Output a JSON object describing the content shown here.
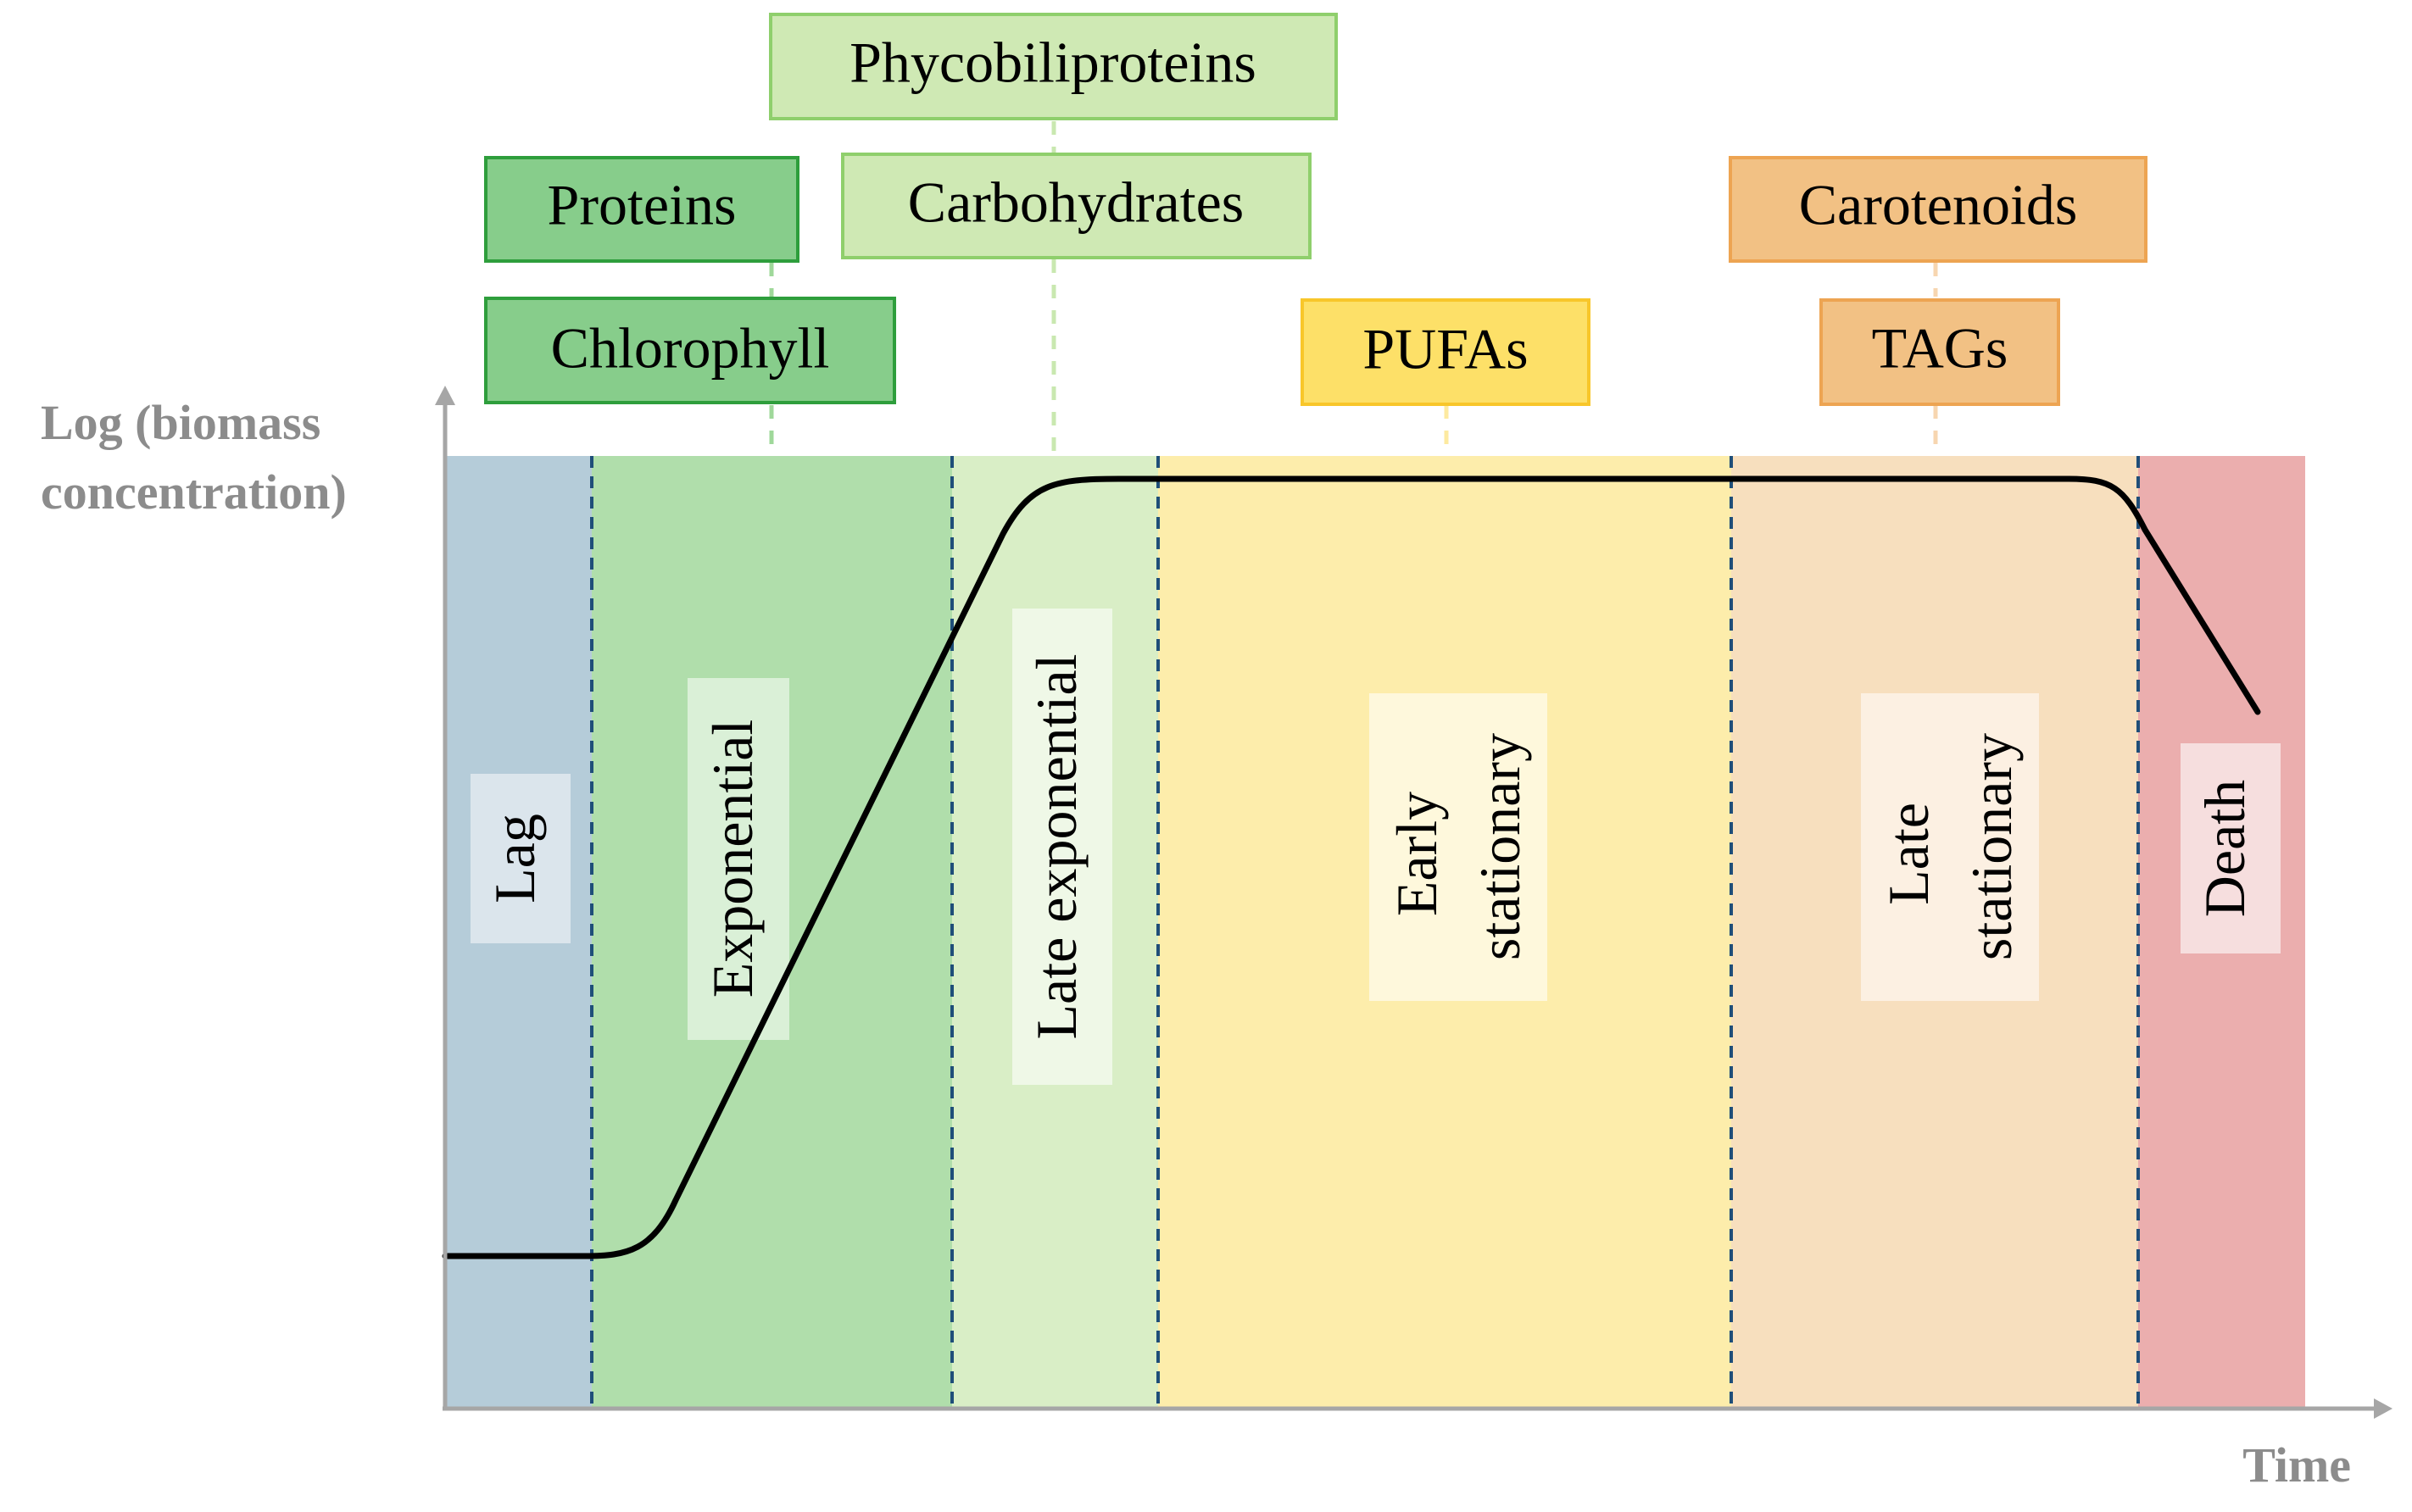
{
  "axes": {
    "y_label_line1": "Log (biomass",
    "y_label_line2": "concentration)",
    "x_label": "Time"
  },
  "phases": [
    {
      "key": "lag",
      "lines": [
        "Lag"
      ],
      "color": "#b5ccd9",
      "label_bg": "#dbe5ec"
    },
    {
      "key": "exponential",
      "lines": [
        "Exponential"
      ],
      "color": "#b0deab",
      "label_bg": "#daf0d7"
    },
    {
      "key": "late-exponential",
      "lines": [
        "Late exponential"
      ],
      "color": "#d9eec6",
      "label_bg": "#eff8e7"
    },
    {
      "key": "early-stationary",
      "lines": [
        "Early",
        "stationary"
      ],
      "color": "#fdedab",
      "label_bg": "#fef8dc"
    },
    {
      "key": "late-stationary",
      "lines": [
        "Late",
        "stationary"
      ],
      "color": "#f7dfbe",
      "label_bg": "#fcf0e2"
    },
    {
      "key": "death",
      "lines": [
        "Death"
      ],
      "color": "#ebaeae",
      "label_bg": "#f6dede"
    }
  ],
  "compounds": [
    {
      "key": "phycobiliproteins",
      "label": "Phycobiliproteins",
      "fill": "#cfe9b4",
      "stroke": "#8fcf6c"
    },
    {
      "key": "proteins",
      "label": "Proteins",
      "fill": "#87cd8b",
      "stroke": "#2e9e3c"
    },
    {
      "key": "carbohydrates",
      "label": "Carbohydrates",
      "fill": "#cfe9b4",
      "stroke": "#8fcf6c"
    },
    {
      "key": "carotenoids",
      "label": "Carotenoids",
      "fill": "#f2c184",
      "stroke": "#eda452"
    },
    {
      "key": "chlorophyll",
      "label": "Chlorophyll",
      "fill": "#87cd8b",
      "stroke": "#2e9e3c"
    },
    {
      "key": "pufas",
      "label": "PUFAs",
      "fill": "#fde068",
      "stroke": "#f8c62a"
    },
    {
      "key": "tags",
      "label": "TAGs",
      "fill": "#f2c184",
      "stroke": "#eda452"
    }
  ],
  "colors": {
    "phase_divider": "#1f4e79",
    "axis": "#a6a6a6",
    "growth_curve": "#000000"
  }
}
